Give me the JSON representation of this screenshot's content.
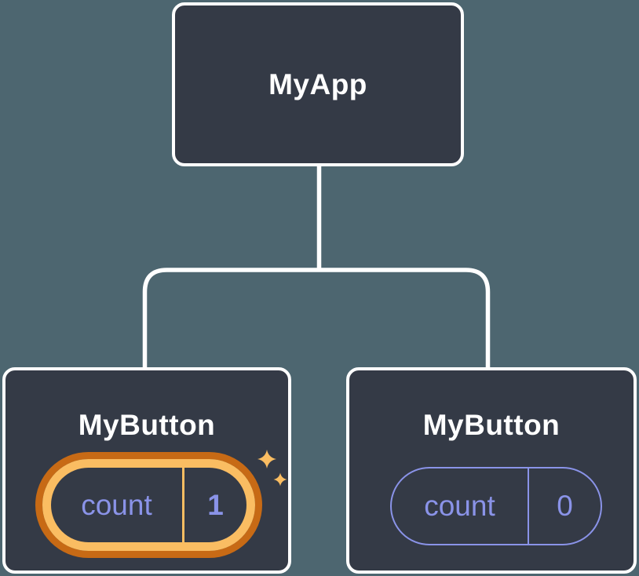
{
  "diagram": {
    "root": {
      "label": "MyApp"
    },
    "children": [
      {
        "label": "MyButton",
        "state": {
          "name": "count",
          "value": "1"
        },
        "highlighted": true
      },
      {
        "label": "MyButton",
        "state": {
          "name": "count",
          "value": "0"
        },
        "highlighted": false
      }
    ]
  },
  "icons": {
    "highlight": "sparkles-icon"
  },
  "colors": {
    "background": "#4d6670",
    "node_fill": "#343a46",
    "line": "#ffffff",
    "label_text": "#ffffff",
    "state_text": "#8a93e8",
    "plain_ring": "#8a93e8",
    "highlight_ring_inner": "#fabd62",
    "highlight_ring_outer": "#c76a15",
    "sparkle": "#fabd62"
  }
}
